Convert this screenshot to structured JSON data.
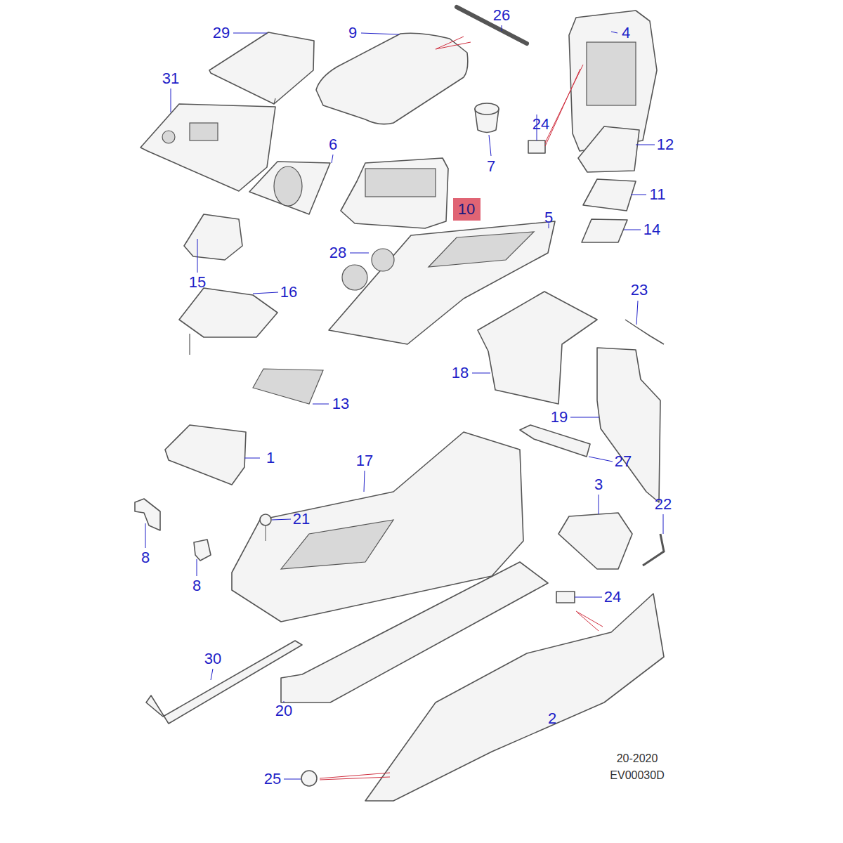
{
  "diagram": {
    "nodes": [
      {
        "text": [
          "10"
        ]
      }
    ],
    "labels": [
      "29",
      "9",
      "26",
      "4",
      "31",
      "24",
      "6",
      "7",
      "12",
      "11",
      "5",
      "14",
      "28",
      "15",
      "16",
      "23",
      "18",
      "13",
      "19",
      "1",
      "17",
      "27",
      "3",
      "22",
      "21",
      "8",
      "8",
      "24",
      "30",
      "20",
      "2",
      "25",
      "20-2020",
      "EV00030D"
    ]
  }
}
